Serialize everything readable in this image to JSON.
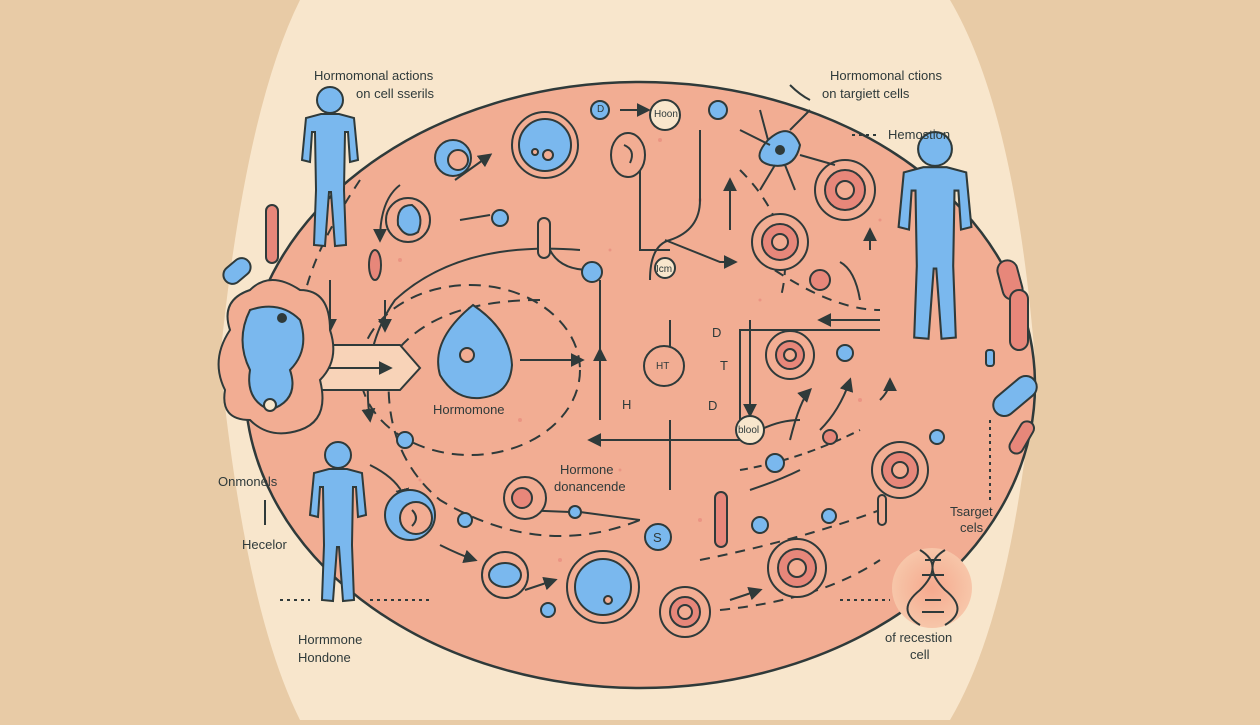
{
  "labels": {
    "top_left": [
      "Hormomonal actions",
      "on cell sserils"
    ],
    "top_right": [
      "Hormomonal ctions",
      "on targiett cells"
    ],
    "hemostion": "Hemostion",
    "onmonels": "Onmonels",
    "hecelor": "Hecelor",
    "hormone_hondone": [
      "Hormmone",
      "Hondone"
    ],
    "hormomone": "Hormomone",
    "hormone_donancende": [
      "Hormone",
      "donancende"
    ],
    "target_cells": [
      "Tsarget",
      "cels"
    ],
    "receotion_cell": [
      "of recestion",
      "cell"
    ]
  },
  "node_letters": {
    "hoon": "Hoon",
    "icm": "Icm",
    "ht": "HT",
    "d_upper": "D",
    "t": "T",
    "h": "H",
    "d_lower": "D",
    "blool": "blool",
    "s": "S",
    "d_small": "D"
  },
  "colors": {
    "background": "#e8cba6",
    "panel": "#f8e6cc",
    "circle_fill": "#f2ad93",
    "blue": "#7ab8ee",
    "line": "#2f3a3a",
    "cell_red": "#e7877a"
  }
}
